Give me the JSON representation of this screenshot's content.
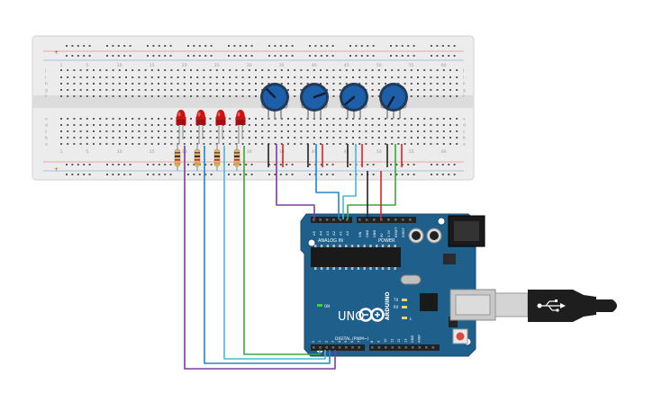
{
  "breadboard": {
    "row_letters_top": [
      "j",
      "i",
      "h",
      "g",
      "f"
    ],
    "row_letters_bottom": [
      "e",
      "d",
      "c",
      "b",
      "a"
    ],
    "column_numbers": [
      "1",
      "5",
      "10",
      "15",
      "20",
      "25",
      "30",
      "35",
      "40",
      "45",
      "50",
      "55",
      "60"
    ],
    "rail_plus": "+",
    "rail_minus": "-"
  },
  "arduino": {
    "brand": "ARDUINO",
    "model": "UNO",
    "analog_label": "ANALOG IN",
    "power_label": "POWER",
    "digital_label": "DIGITAL (PWM~)",
    "on_label": "ON",
    "tx_label": "TX",
    "rx_label": "RX",
    "l_label": "L",
    "analog_pins": [
      "A5",
      "A4",
      "A3",
      "A2",
      "A1",
      "A0"
    ],
    "power_pins": [
      "VIN",
      "GND",
      "GND",
      "5V",
      "3.3V",
      "RESET",
      "IOREF"
    ],
    "digital_pins": [
      "0",
      "1",
      "2",
      "3",
      "4",
      "5",
      "6",
      "7",
      "8",
      "9",
      "10",
      "11",
      "12",
      "13",
      "GND",
      "AREF"
    ],
    "reset_label": "RESET"
  },
  "colors": {
    "board_blue": "#1f5f8c",
    "breadboard_bg": "#ececec",
    "wire_purple": "#7a3e9d",
    "wire_blue": "#1e88c8",
    "wire_lightblue": "#4fb5d6",
    "wire_green": "#3aa83a",
    "wire_red": "#e02020",
    "wire_black": "#222222",
    "led_red": "#c81414",
    "pot_blue": "#1d5fa8"
  },
  "components": {
    "leds": 4,
    "resistors": 4,
    "potentiometers": 4
  }
}
